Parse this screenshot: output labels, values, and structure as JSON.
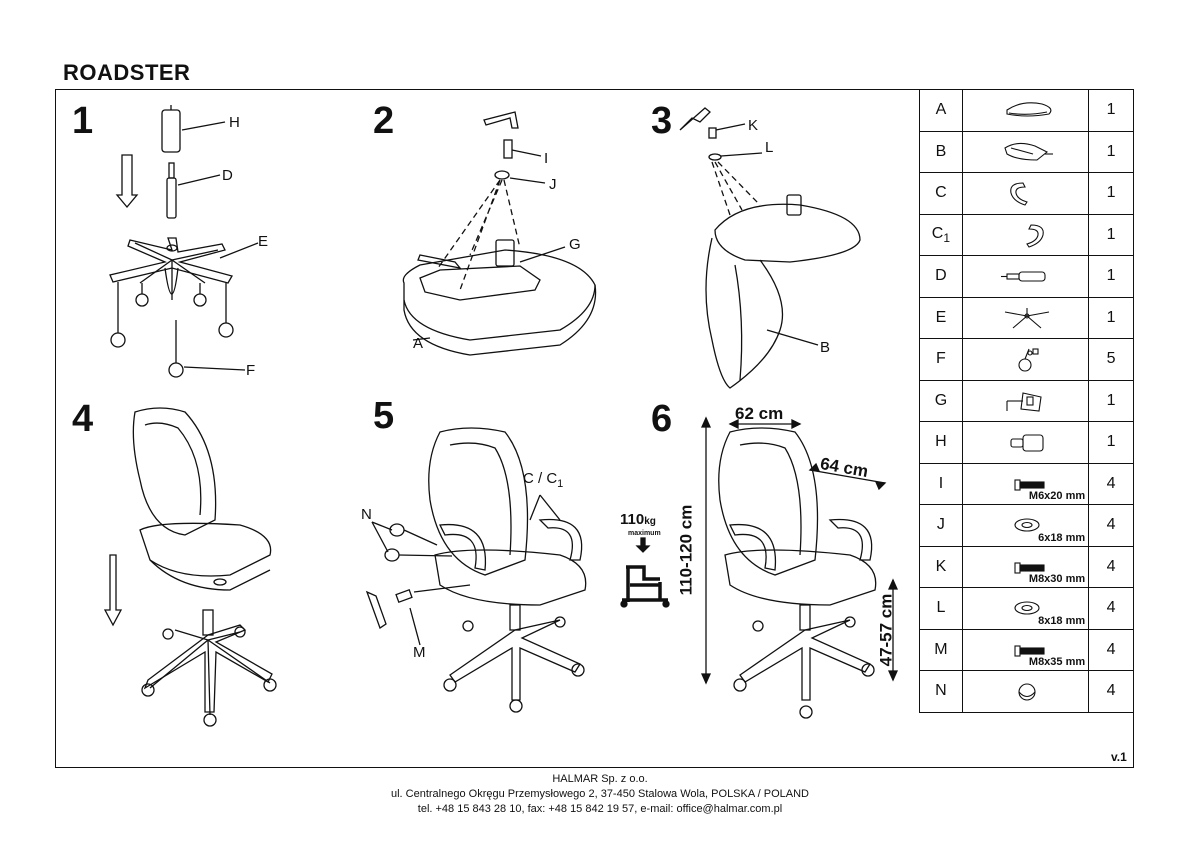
{
  "title": "ROADSTER",
  "version": "v.1",
  "steps": [
    "1",
    "2",
    "3",
    "4",
    "5",
    "6"
  ],
  "labels": {
    "H": "H",
    "D": "D",
    "E": "E",
    "F": "F",
    "I": "I",
    "J": "J",
    "G": "G",
    "A": "A",
    "K": "K",
    "L": "L",
    "B": "B",
    "N": "N",
    "M": "M",
    "C_C1": "C / C",
    "C1_sub": "1"
  },
  "dimensions": {
    "width": "62 cm",
    "depth": "64 cm",
    "height": "110-120 cm",
    "seat_height": "47-57 cm",
    "max_load": "110",
    "max_load_unit": "kg",
    "max_load_note": "maximum"
  },
  "parts": [
    {
      "letter": "A",
      "sub": "",
      "icon": "seat-icon",
      "qty": "1",
      "size": ""
    },
    {
      "letter": "B",
      "sub": "",
      "icon": "backrest-icon",
      "qty": "1",
      "size": ""
    },
    {
      "letter": "C",
      "sub": "",
      "icon": "armrest-icon",
      "qty": "1",
      "size": ""
    },
    {
      "letter": "C",
      "sub": "1",
      "icon": "armrest-mirrored-icon",
      "qty": "1",
      "size": ""
    },
    {
      "letter": "D",
      "sub": "",
      "icon": "gas-lift-icon",
      "qty": "1",
      "size": ""
    },
    {
      "letter": "E",
      "sub": "",
      "icon": "star-base-icon",
      "qty": "1",
      "size": ""
    },
    {
      "letter": "F",
      "sub": "",
      "icon": "caster-icon",
      "qty": "5",
      "size": ""
    },
    {
      "letter": "G",
      "sub": "",
      "icon": "mechanism-icon",
      "qty": "1",
      "size": ""
    },
    {
      "letter": "H",
      "sub": "",
      "icon": "gas-cover-icon",
      "qty": "1",
      "size": ""
    },
    {
      "letter": "I",
      "sub": "",
      "icon": "bolt-icon",
      "qty": "4",
      "size": "M6x20 mm"
    },
    {
      "letter": "J",
      "sub": "",
      "icon": "washer-icon",
      "qty": "4",
      "size": "6x18 mm"
    },
    {
      "letter": "K",
      "sub": "",
      "icon": "bolt-icon",
      "qty": "4",
      "size": "M8x30 mm"
    },
    {
      "letter": "L",
      "sub": "",
      "icon": "washer-icon",
      "qty": "4",
      "size": "8x18 mm"
    },
    {
      "letter": "M",
      "sub": "",
      "icon": "bolt-icon",
      "qty": "4",
      "size": "M8x35 mm"
    },
    {
      "letter": "N",
      "sub": "",
      "icon": "cap-icon",
      "qty": "4",
      "size": ""
    }
  ],
  "footer": {
    "company": "HALMAR Sp. z o.o.",
    "address": "ul. Centralnego Okręgu Przemysłowego 2, 37-450 Stalowa Wola, POLSKA / POLAND",
    "contact": "tel. +48 15 843 28 10, fax: +48 15 842 19 57, e-mail: office@halmar.com.pl"
  }
}
